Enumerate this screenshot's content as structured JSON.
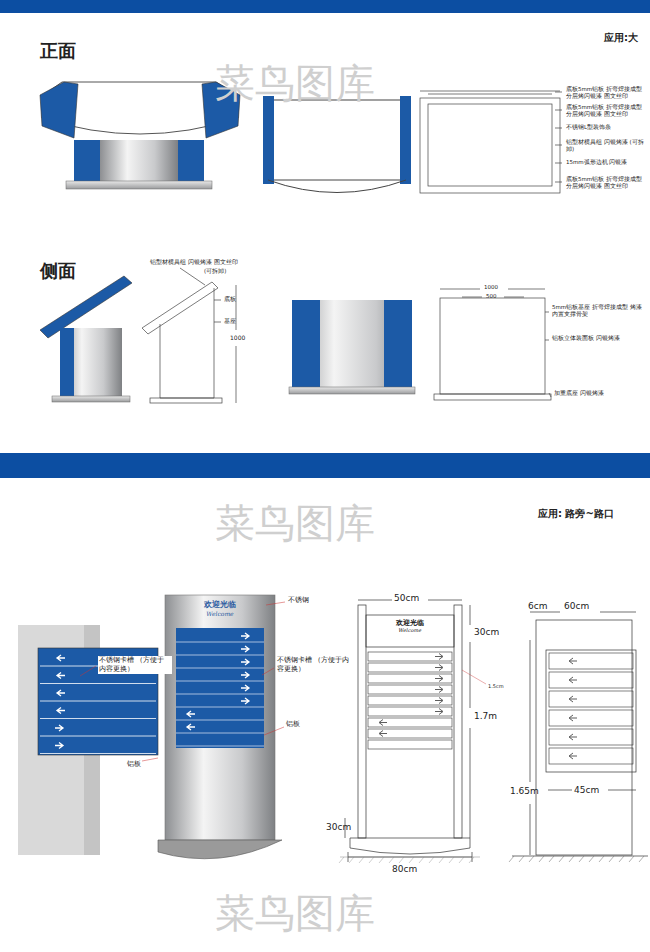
{
  "diagram": {
    "nodes": [
      {
        "text": [
          "欢迎光临",
          "Welcome"
        ]
      },
      {
        "text": [
          "欢迎光临",
          "Welcome"
        ]
      }
    ],
    "labels": [
      "正面",
      "应用:大",
      "底板5mm铝板 折弯焊接成型 分层烤闪银漆 图文丝印",
      "底板5mm铝板 折弯焊接成型 分层烤闪银漆 图文丝印",
      "不锈钢L型装饰条",
      "铝型材横具组 闪银烤漆 (可拆卸)",
      "15mm弧形边机 闪银漆",
      "底板5mm铝板 折弯焊接成型 分层烤闪银漆 图文丝印",
      "侧面",
      "铝型材横具组 闪银烤漆 图文丝印",
      "(可拆卸)",
      "底板",
      "基座",
      "1000",
      "1000",
      "500",
      "5mm铝板基座 折弯焊接成型 烤漆 内置支撑骨架",
      "铝板立体装面板 闪银烤漆",
      "加重底座 闪银烤漆",
      "应用: 路旁~路口",
      "不锈钢",
      "不锈钢卡槽 （方便于内容更换）",
      "不锈钢卡槽 （方便于内容更换）",
      "铝板",
      "铝板",
      "50cm",
      "30cm",
      "1.7m",
      "30cm",
      "80cm",
      "6cm",
      "60cm",
      "1.65m",
      "45cm",
      "1.5cm",
      "菜鸟图库",
      "菜鸟图库",
      "菜鸟图库"
    ]
  }
}
